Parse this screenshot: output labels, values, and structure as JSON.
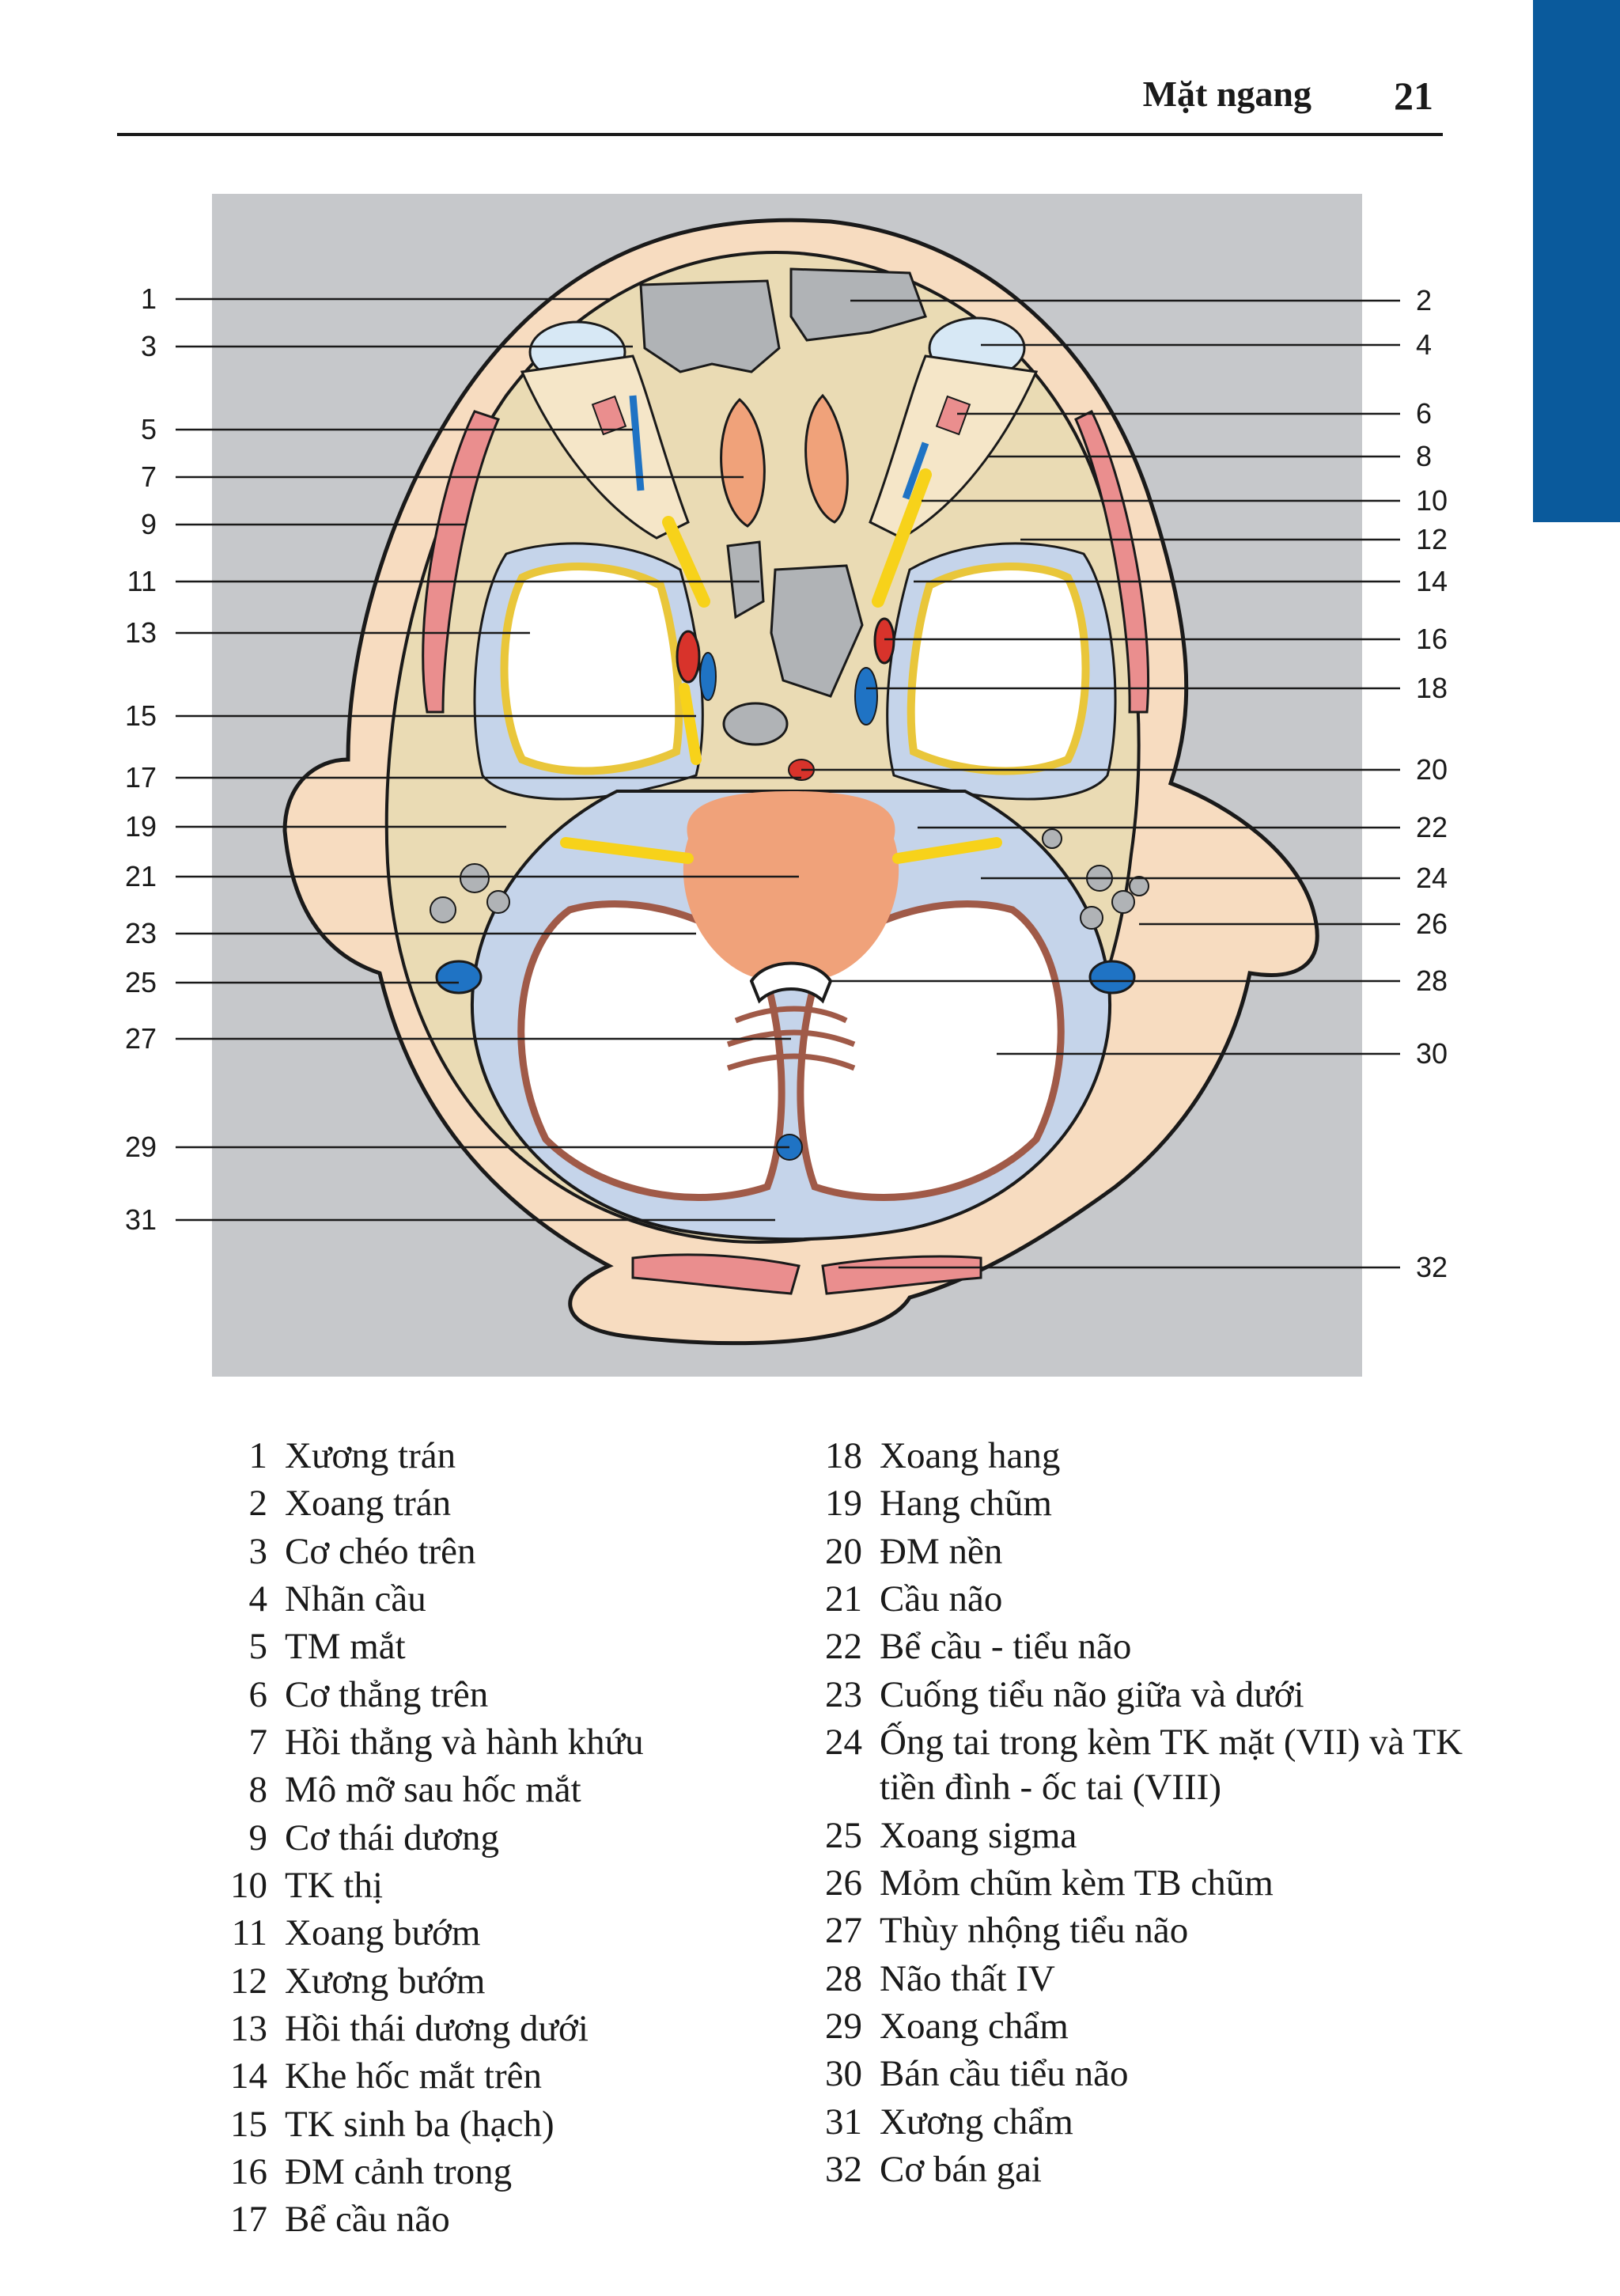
{
  "header": {
    "title": "Mặt ngang",
    "page": "21"
  },
  "labels_left": [
    "1",
    "3",
    "5",
    "7",
    "9",
    "11",
    "13",
    "15",
    "17",
    "19",
    "21",
    "23",
    "25",
    "27",
    "29",
    "31"
  ],
  "labels_right": [
    "2",
    "4",
    "6",
    "8",
    "10",
    "12",
    "14",
    "16",
    "18",
    "20",
    "22",
    "24",
    "26",
    "28",
    "30",
    "32"
  ],
  "legend_left": [
    {
      "n": "1",
      "t": "Xương trán"
    },
    {
      "n": "2",
      "t": "Xoang trán"
    },
    {
      "n": "3",
      "t": "Cơ chéo trên"
    },
    {
      "n": "4",
      "t": "Nhãn cầu"
    },
    {
      "n": "5",
      "t": "TM mắt"
    },
    {
      "n": "6",
      "t": "Cơ thẳng trên"
    },
    {
      "n": "7",
      "t": "Hồi thẳng và hành khứu"
    },
    {
      "n": "8",
      "t": "Mô mỡ sau hốc mắt"
    },
    {
      "n": "9",
      "t": "Cơ thái dương"
    },
    {
      "n": "10",
      "t": "TK thị"
    },
    {
      "n": "11",
      "t": "Xoang bướm"
    },
    {
      "n": "12",
      "t": "Xương bướm"
    },
    {
      "n": "13",
      "t": "Hồi thái dương dưới"
    },
    {
      "n": "14",
      "t": "Khe hốc mắt trên"
    },
    {
      "n": "15",
      "t": "TK sinh ba (hạch)"
    },
    {
      "n": "16",
      "t": "ĐM cảnh trong"
    },
    {
      "n": "17",
      "t": "Bể cầu não"
    }
  ],
  "legend_right": [
    {
      "n": "18",
      "t": "Xoang hang"
    },
    {
      "n": "19",
      "t": "Hang chũm"
    },
    {
      "n": "20",
      "t": "ĐM nền"
    },
    {
      "n": "21",
      "t": "Cầu não"
    },
    {
      "n": "22",
      "t": "Bể cầu - tiểu não"
    },
    {
      "n": "23",
      "t": "Cuống tiểu não giữa và dưới"
    },
    {
      "n": "24",
      "t": "Ống tai trong kèm TK mặt (VII) và TK tiền đình - ốc tai (VIII)"
    },
    {
      "n": "25",
      "t": "Xoang sigma"
    },
    {
      "n": "26",
      "t": "Mỏm chũm kèm TB chũm"
    },
    {
      "n": "27",
      "t": "Thùy nhộng tiểu não"
    },
    {
      "n": "28",
      "t": "Não thất IV"
    },
    {
      "n": "29",
      "t": "Xoang chẩm"
    },
    {
      "n": "30",
      "t": "Bán cầu tiểu não"
    },
    {
      "n": "31",
      "t": "Xương chẩm"
    },
    {
      "n": "32",
      "t": "Cơ bán gai"
    }
  ],
  "colors": {
    "accent_tab": "#0a5a9c",
    "figure_bg": "#c6c8cb",
    "skin": "#f7dcc0",
    "bone": "#eadbb4",
    "csf": "#c5d4ea",
    "brain": "#ffffff",
    "pons": "#f0a27a",
    "nerve": "#f7d21a",
    "muscle": "#ea8e8e",
    "artery": "#d8332b",
    "vein": "#1f73c4",
    "sinus_air": "#b0b3b6"
  }
}
